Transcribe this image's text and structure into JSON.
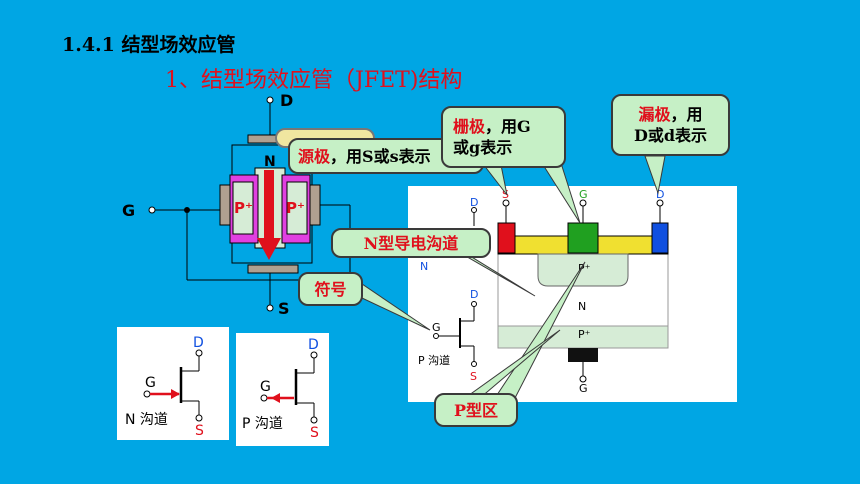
{
  "title": "1.4.1 结型场效应管",
  "subtitle": "1、结型场效应管（JFET)结构",
  "structure": {
    "drain_label": "D",
    "gate_label": "G",
    "source_label": "S",
    "channel_label": "N",
    "p_left": "P⁺",
    "p_right": "P⁺"
  },
  "callouts": {
    "source": {
      "red": "源极",
      "black": "，用S或s表示"
    },
    "gate": {
      "red": "栅极",
      "black1": "，用G",
      "line2": "或g表示"
    },
    "drain": {
      "red": "漏极",
      "black1": "，用",
      "line2": "D或d表示"
    },
    "channel": "N型导电沟道",
    "symbol": "符号",
    "p_region": "P型区"
  },
  "cross_section": {
    "terminal_s": "S",
    "terminal_g": "G",
    "terminal_d": "D",
    "terminal_g_bottom": "G",
    "region_p_top": "P⁺",
    "region_n": "N",
    "region_p_bottom": "P⁺",
    "sym_d": "D",
    "sym_g": "G",
    "sym_s": "S",
    "sym_caption": "P 沟道",
    "partial_n": "N"
  },
  "symbol_n": {
    "d": "D",
    "g": "G",
    "s": "S",
    "caption": "N 沟道"
  },
  "symbol_p": {
    "d": "D",
    "g": "G",
    "s": "S",
    "caption": "P 沟道"
  },
  "colors": {
    "background": "#00a6e4",
    "accent_red": "#e0101c",
    "callout_fill": "#c6f0c6",
    "p_plus": "#e040e0",
    "n_region": "#d6ecd6"
  }
}
